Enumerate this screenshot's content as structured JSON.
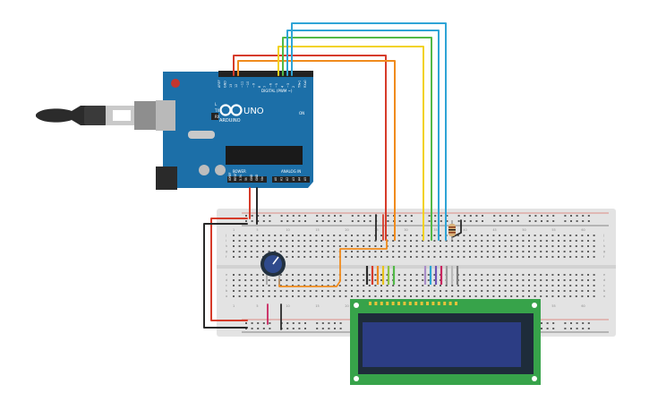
{
  "arduino": {
    "logo_text": "UNO",
    "brand": "ARDUINO",
    "digital_header": "DIGITAL (PWM ~)",
    "power_header": "POWER",
    "analog_header": "ANALOG IN",
    "on_label": "ON",
    "tx_label": "TX",
    "rx_label": "RX",
    "l_label": "L",
    "digital_pins": [
      "AREF",
      "GND",
      "13",
      "12",
      "~11",
      "~10",
      "~9",
      "8",
      "7",
      "~6",
      "~5",
      "4",
      "~3",
      "2",
      "TX▸1",
      "RX◂0"
    ],
    "power_pins": [
      "IOREF",
      "RESET",
      "3.3V",
      "5V",
      "GND",
      "GND",
      "Vin"
    ],
    "analog_pins": [
      "A0",
      "A1",
      "A2",
      "A3",
      "A4",
      "A5"
    ]
  },
  "breadboard": {
    "column_numbers": [
      "1",
      "5",
      "10",
      "15",
      "20",
      "25",
      "30",
      "35",
      "40",
      "45",
      "50",
      "55",
      "60"
    ],
    "row_letters_top": [
      "j",
      "i",
      "h",
      "g",
      "f"
    ],
    "row_letters_bottom": [
      "e",
      "d",
      "c",
      "b",
      "a"
    ]
  },
  "lcd": {
    "pin_count": "16"
  },
  "colors": {
    "board": "#1c6fa8",
    "breadboard": "#e3e3e3",
    "lcd_pcb": "#37a34a",
    "lcd_screen": "#2c3d84",
    "wire_red": "#d63b2a",
    "wire_orange": "#f08b1d",
    "wire_yellow": "#f2d21c",
    "wire_green": "#52b947",
    "wire_blue": "#2ea4d6",
    "wire_black": "#2a2a2a"
  }
}
